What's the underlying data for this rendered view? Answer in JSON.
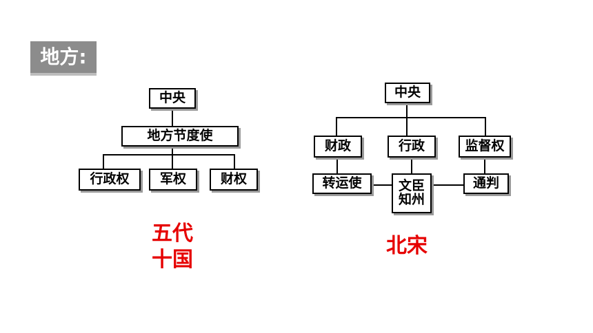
{
  "slide": {
    "title": "地方:"
  },
  "left_diagram": {
    "top": "中央",
    "middle": "地方节度使",
    "powers": [
      "行政权",
      "军权",
      "财权"
    ],
    "caption_line1": "五代",
    "caption_line2": "十国"
  },
  "right_diagram": {
    "top": "中央",
    "branches": [
      "财政",
      "行政",
      "监督权"
    ],
    "finance_officer": "转运使",
    "prefect_line1": "文臣",
    "prefect_line2": "知州",
    "supervisor": "通判",
    "caption": "北宋"
  },
  "colors": {
    "caption": "#e60000",
    "title_badge": "#8c8c8c"
  }
}
